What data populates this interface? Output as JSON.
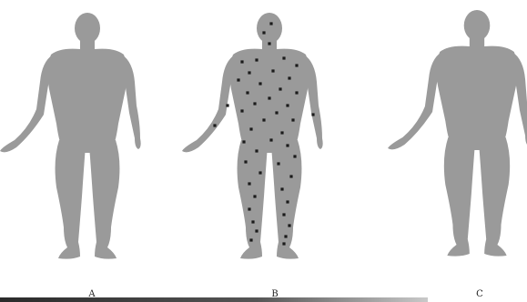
{
  "figures": [
    {
      "label": "A",
      "spots": 0
    },
    {
      "label": "B",
      "spots": 48
    },
    {
      "label": "C",
      "spots": 0
    }
  ],
  "colors": {
    "silhouette": "#9a9a9a",
    "spot": "#1a1a1a",
    "background": "#ffffff"
  }
}
